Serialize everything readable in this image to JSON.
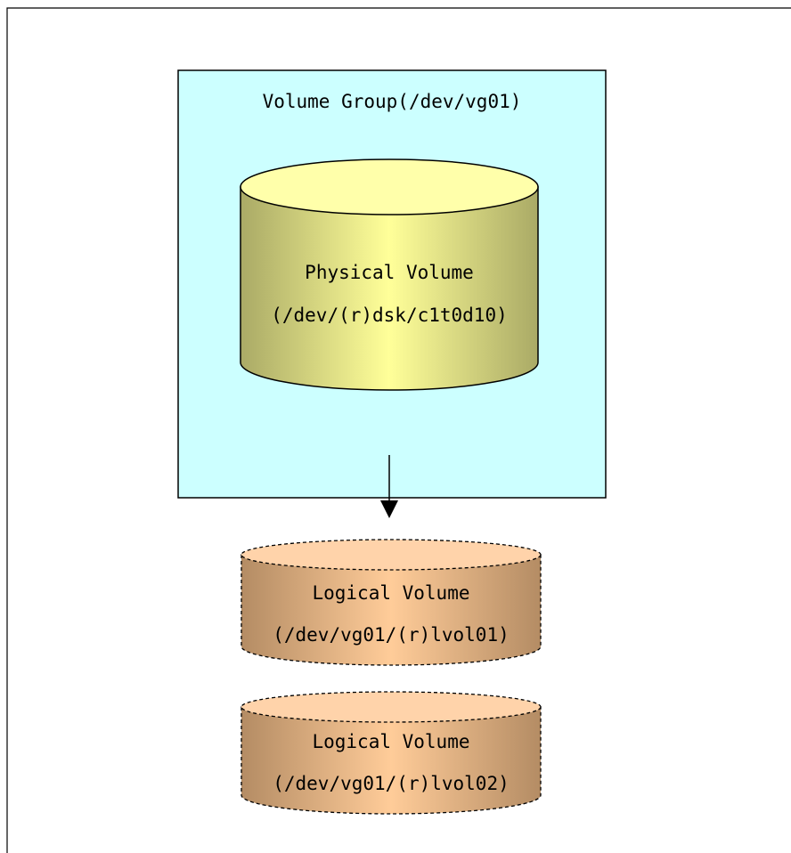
{
  "volume_group": {
    "label": "Volume Group(/dev/vg01)",
    "fill": "#ccffff"
  },
  "physical_volume": {
    "line1": "Physical Volume",
    "line2": "(/dev/(r)dsk/c1t0d10)",
    "colors": {
      "top": "#ffffaa",
      "side_center": "#ffff99",
      "side_edge": "#aaaa66"
    }
  },
  "logical_volumes": [
    {
      "line1": "Logical Volume",
      "line2": "(/dev/vg01/(r)lvol01)"
    },
    {
      "line1": "Logical Volume",
      "line2": "(/dev/vg01/(r)lvol02)"
    }
  ],
  "logical_volume_colors": {
    "top": "#ffd3aa",
    "side_center": "#ffcc99",
    "side_edge": "#b48c64"
  }
}
